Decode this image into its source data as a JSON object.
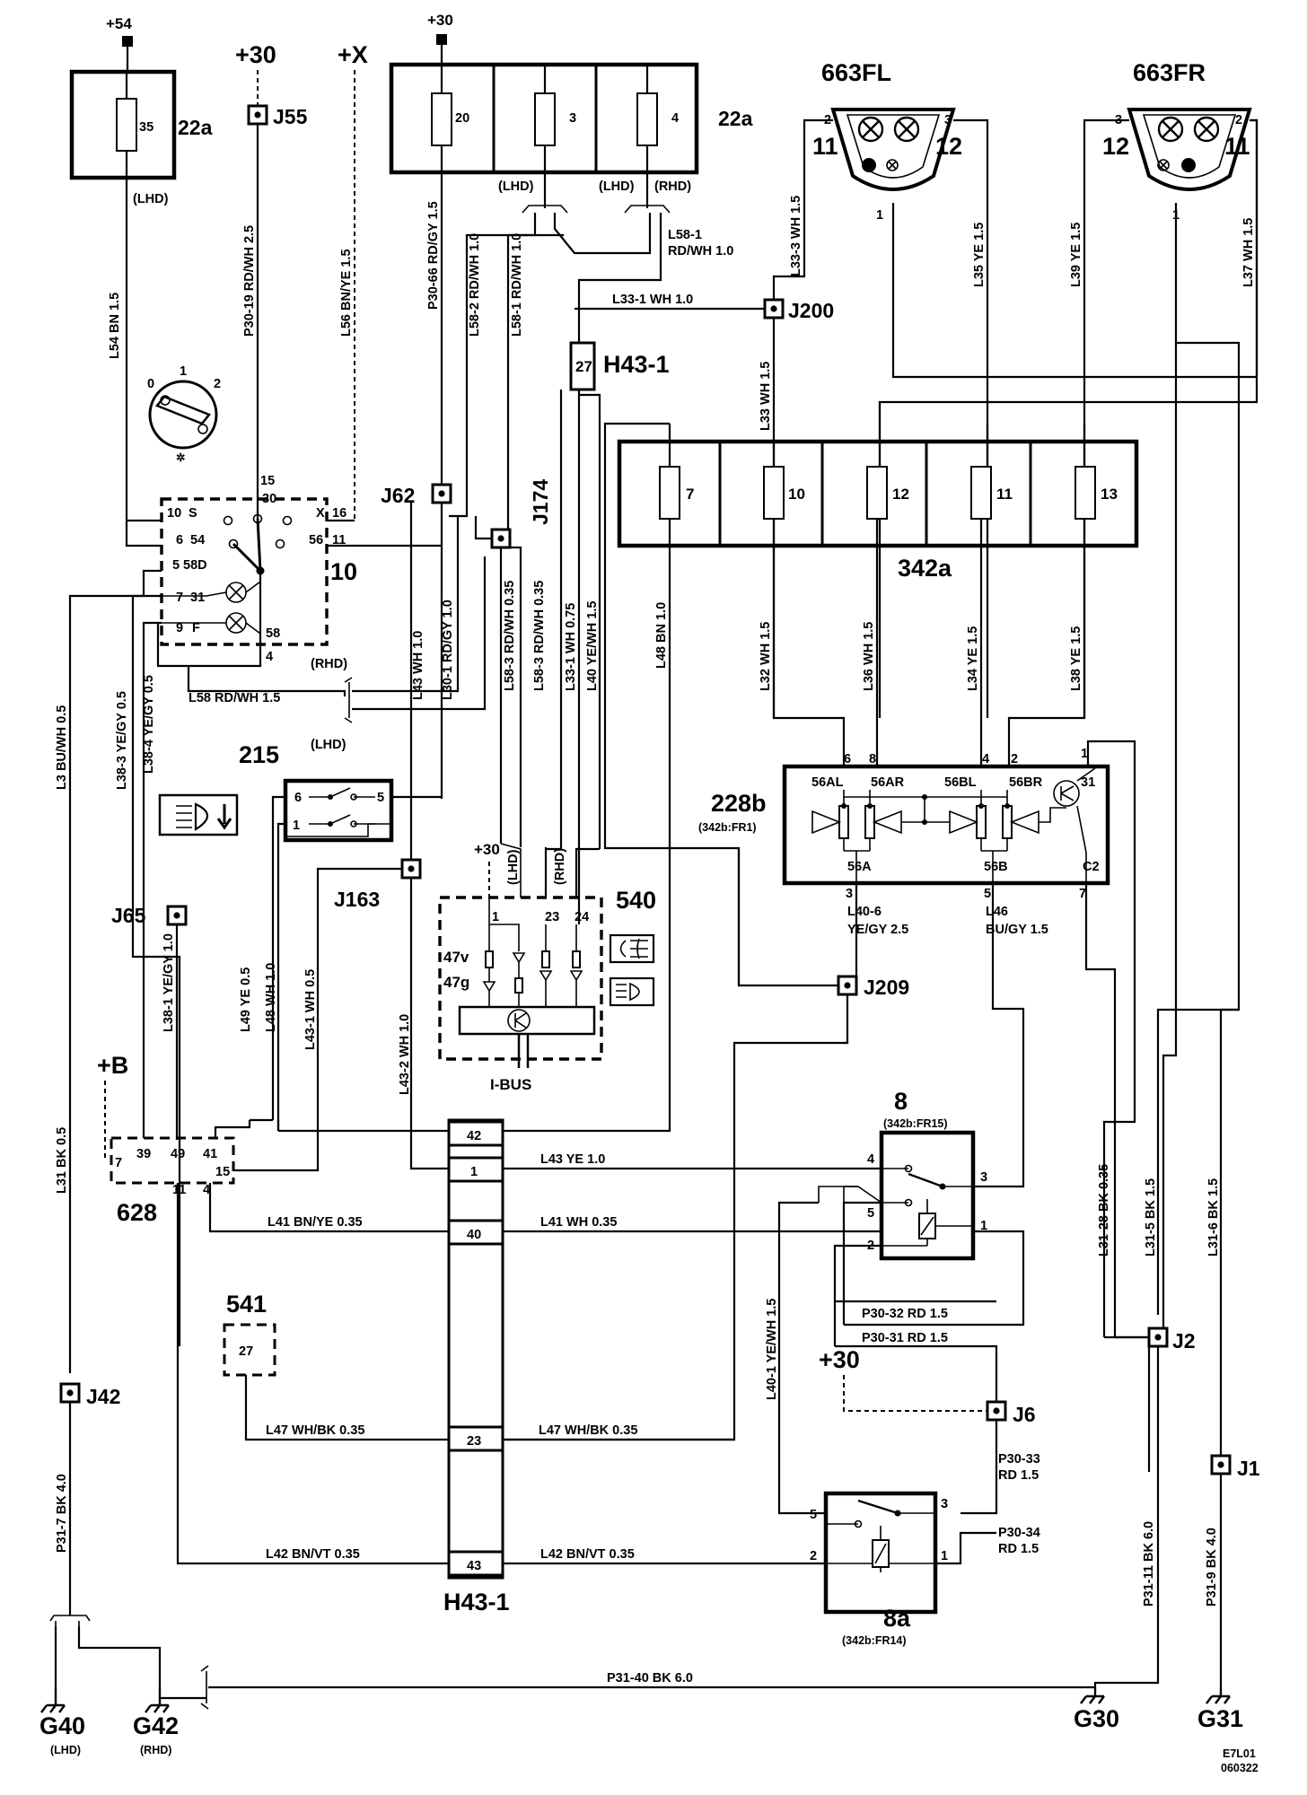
{
  "components": {
    "c22a_left": {
      "id": "22a",
      "fuse": "35",
      "note": "(LHD)"
    },
    "c22a_right": {
      "id": "22a",
      "fuses": [
        "20",
        "3",
        "4"
      ],
      "notes": [
        "(LHD)",
        "(LHD)",
        "(RHD)"
      ]
    },
    "c342a": {
      "id": "342a",
      "fuses": [
        "7",
        "10",
        "12",
        "11",
        "13"
      ]
    },
    "c228b": {
      "id": "228b",
      "ref": "(342b:FR1)",
      "pins_top": [
        "56AL",
        "56AR",
        "56BL",
        "56BR",
        "31"
      ],
      "pins_bottom": [
        "56A",
        "56B",
        "C2"
      ]
    },
    "c663FL": {
      "id": "663FL",
      "left": "11",
      "right": "12"
    },
    "c663FR": {
      "id": "663FR",
      "left": "12",
      "right": "11"
    },
    "c10": {
      "id": "10"
    },
    "c215": {
      "id": "215"
    },
    "c540": {
      "id": "540",
      "supply": "+30",
      "pins": [
        "1",
        "23",
        "24"
      ],
      "labels": [
        "47v",
        "47g"
      ],
      "bus": "I-BUS",
      "lhd": "(LHD)",
      "rhd": "(RHD)"
    },
    "c628": {
      "id": "628",
      "supply": "+B",
      "pins": [
        "7",
        "39",
        "49",
        "41",
        "15",
        "11",
        "4"
      ]
    },
    "c541": {
      "id": "541",
      "pin": "27"
    },
    "c8": {
      "id": "8",
      "ref": "(342b:FR15)"
    },
    "c8a": {
      "id": "8a",
      "ref": "(342b:FR14)"
    },
    "cH43": {
      "id": "H43-1",
      "pins": [
        "42",
        "1",
        "40",
        "23",
        "43"
      ]
    }
  },
  "supplies": {
    "p54": "+54",
    "p30a": "+30",
    "p30b": "+30",
    "px": "+X",
    "p30c": "+30"
  },
  "junctions": {
    "J55": "J55",
    "J62": "J62",
    "J174": "J174",
    "J200": "J200",
    "J163": "J163",
    "J65": "J65",
    "J209": "J209",
    "J42": "J42",
    "J2": "J2",
    "J6": "J6",
    "J1": "J1",
    "H43_1top": "H43-1",
    "H43_27": "27"
  },
  "grounds": {
    "G40": "G40",
    "G40n": "(LHD)",
    "G42": "G42",
    "G42n": "(RHD)",
    "G30": "G30",
    "G31": "G31"
  },
  "wires": {
    "L54": "L54 BN 1.5",
    "P30_19": "P30-19 RD/WH 2.5",
    "L56": "L56 BN/YE 1.5",
    "P30_66": "P30-66 RD/GY 1.5",
    "L58_2": "L58-2 RD/WH 1.0",
    "L58_1v": "L58-1 RD/WH 1.0",
    "L58_1a": "L58-1",
    "L58_1b": "RD/WH 1.0",
    "L33_1top": "L33-1 WH 1.0",
    "L33_3": "L33-3 WH 1.5",
    "L33": "L33 WH 1.5",
    "L35": "L35 YE 1.5",
    "L39": "L39 YE 1.5",
    "L37": "L37 WH 1.5",
    "L43_1": "L43 WH 1.0",
    "L30_1": "L30-1 RD/GY 1.0",
    "L58_3a": "L58-3 RD/WH 0.35",
    "L58_3b": "L58-3 RD/WH 0.35",
    "L33_1b": "L33-1 WH 0.75",
    "L40": "L40 YE/WH 1.5",
    "L48": "L48 BN 1.0",
    "L32": "L32 WH 1.5",
    "L36": "L36 WH 1.5",
    "L34": "L34 YE 1.5",
    "L38": "L38 YE 1.5",
    "L3": "L3 BU/WH 0.5",
    "L38_3": "L38-3 YE/GY 0.5",
    "L38_4": "L38-4 YE/GY 0.5",
    "L58": "L58 RD/WH 1.5",
    "rhd": "(RHD)",
    "lhd": "(LHD)",
    "L40_6a": "L40-6",
    "L40_6b": "YE/GY 2.5",
    "L46a": "L46",
    "L46b": "BU/GY 1.5",
    "L38_1": "L38-1 YE/GY 1.0",
    "L49": "L49 YE 0.5",
    "L48b": "L48 WH 1.0",
    "L43_1b": "L43-1 WH 0.5",
    "L43_2": "L43-2 WH 1.0",
    "L43_ye": "L43 YE 1.0",
    "L41a": "L41 BN/YE 0.35",
    "L41b": "L41 WH 0.35",
    "L47a": "L47 WH/BK 0.35",
    "L47b": "L47 WH/BK 0.35",
    "L42a": "L42 BN/VT 0.35",
    "L42b": "L42 BN/VT 0.35",
    "L40_1": "L40-1 YE/WH 1.5",
    "P30_32": "P30-32 RD 1.5",
    "P30_31": "P30-31 RD 1.5",
    "P30_33a": "P30-33",
    "P30_33b": "RD 1.5",
    "P30_34a": "P30-34",
    "P30_34b": "RD 1.5",
    "L31": "L31 BK 0.5",
    "P31_7": "P31-7 BK 4.0",
    "L31_28": "L31-28 BK 0.35",
    "L31_5": "L31-5 BK 1.5",
    "L31_6": "L31-6 BK 1.5",
    "P31_11": "P31-11 BK 6.0",
    "P31_9": "P31-9 BK 4.0",
    "P31_40": "P31-40 BK 6.0"
  },
  "switch10": {
    "p0": "0",
    "p1": "1",
    "p2": "2",
    "pin15": "15",
    "lab30": "30",
    "pin10": "10",
    "labS": "S",
    "labX": "X",
    "pin16": "16",
    "pin6": "6",
    "lab54": "54",
    "lab56": "56",
    "pin11": "11",
    "pin5": "5",
    "lab58D": "58D",
    "pin7": "7",
    "lab31": "31",
    "pin9": "9",
    "labF": "F",
    "lab58": "58",
    "pin4": "4"
  },
  "sw215": {
    "p6": "6",
    "p5": "5",
    "p1": "1"
  },
  "c663pins": {
    "flA": "2",
    "flB": "3",
    "flC": "1",
    "frA": "3",
    "frB": "2",
    "frC": "1"
  },
  "c228pins": {
    "t6": "6",
    "t8": "8",
    "t4": "4",
    "t2": "2",
    "t1": "1",
    "b3": "3",
    "b5": "5",
    "b7": "7"
  },
  "c8pins": {
    "p4": "4",
    "p3": "3",
    "p5": "5",
    "p1": "1",
    "p2": "2"
  },
  "c8apins": {
    "p5": "5",
    "p3": "3",
    "p2": "2",
    "p1": "1"
  },
  "doc_code": "E7L01",
  "doc_date": "060322"
}
